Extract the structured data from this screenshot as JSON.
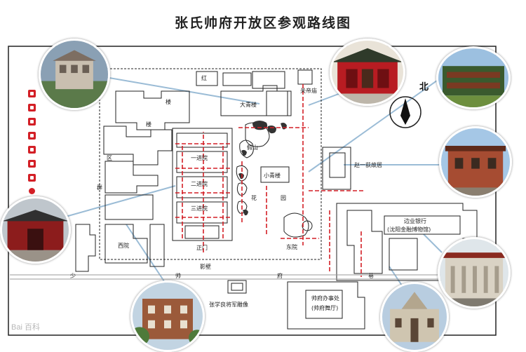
{
  "title": "张氏帅府开放区参观路线图",
  "compass": {
    "label": "北"
  },
  "buildings": {
    "hong": "红",
    "lou_a": "楼",
    "lou_b": "楼",
    "qu": "区",
    "da_qing_lou": "大青楼",
    "jia_shan": "假山",
    "xiao_qing_lou": "小青楼",
    "hua": "花",
    "yuan": "园",
    "yi_jin_yuan": "一进院",
    "er_jin_yuan": "二进院",
    "san_jin_yuan": "三进院",
    "qun": "群",
    "xi_yuan": "西院",
    "zheng_men": "正门",
    "dong_yuan": "东院",
    "zhao_bi": "影壁",
    "guan_di_miao": "关帝庙",
    "zhao_yi_di": "赵一荻故居",
    "bank": "边业银行",
    "bank_sub": "(沈阳金融博物馆)",
    "statue": "张学良将军雕像",
    "office_a": "帅府办事处",
    "office_b": "(帅府舞厅)",
    "shao": "少",
    "shuai": "帅",
    "fu": "府",
    "xiang": "巷"
  },
  "legend": {
    "icons": [
      "entrance-icon",
      "exit-icon",
      "restroom-icon",
      "ticket-icon",
      "shop-icon",
      "phone-icon",
      "first-aid-icon",
      "route-dot-icon"
    ]
  },
  "watermark": "Bai 百科",
  "colors": {
    "route": "#d31f26",
    "wall": "#222222",
    "leader_line": "#9bbcd6",
    "background": "#ffffff"
  }
}
